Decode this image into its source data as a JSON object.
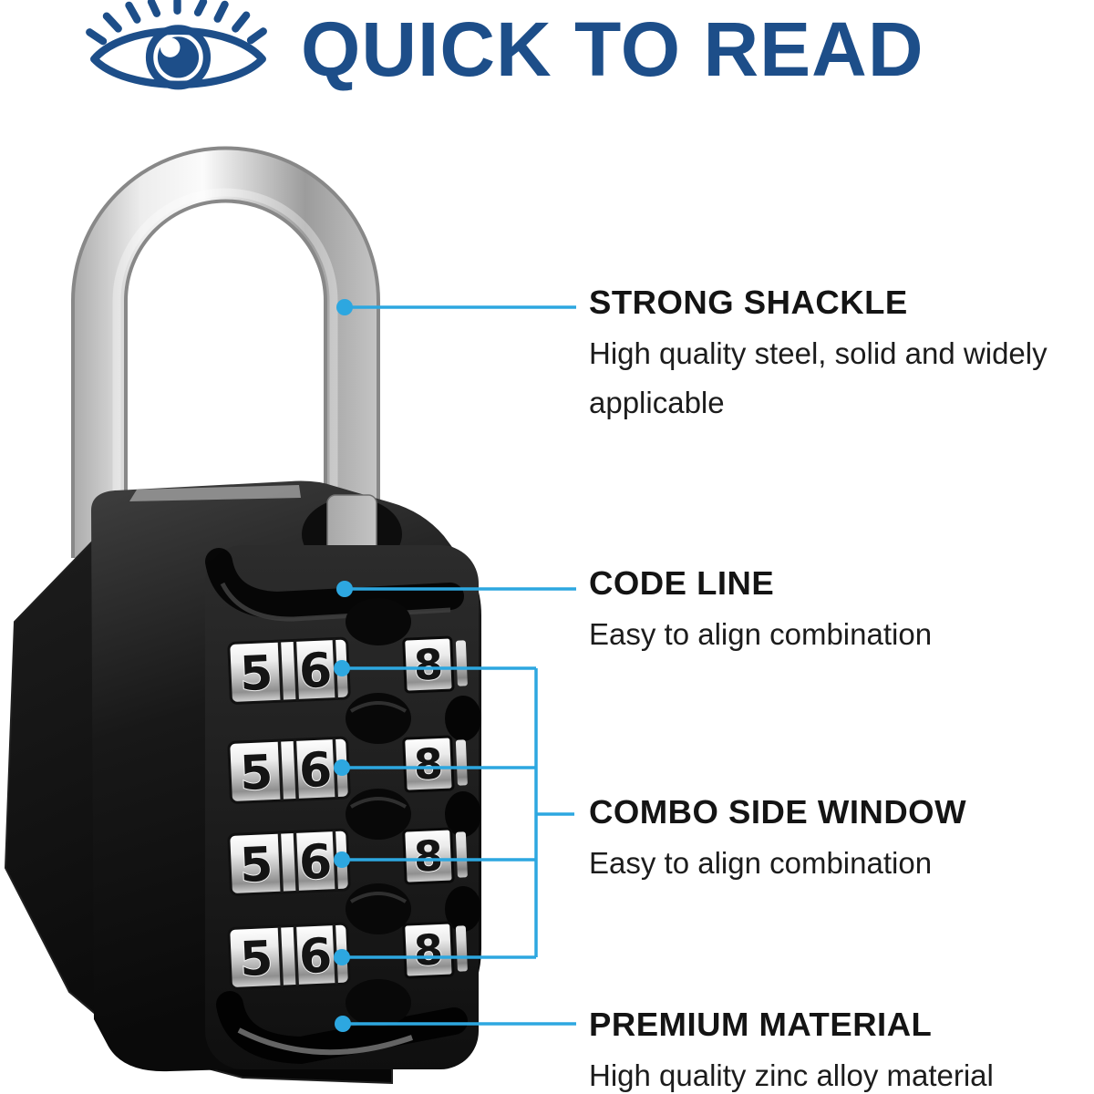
{
  "header": {
    "title": "QUICK TO READ",
    "icon": "eye-icon"
  },
  "annotations": [
    {
      "id": "strong-shackle",
      "heading": "STRONG SHACKLE",
      "description": "High quality steel, solid and widely applicable"
    },
    {
      "id": "code-line",
      "heading": "CODE LINE",
      "description": "Easy to align combination"
    },
    {
      "id": "combo-side-window",
      "heading": "COMBO SIDE WINDOW",
      "description": "Easy to align combination"
    },
    {
      "id": "premium-material",
      "heading": "PREMIUM MATERIAL",
      "description": "High quality zinc alloy material"
    }
  ],
  "lock": {
    "type": "4-dial combination padlock",
    "rows": [
      {
        "front": [
          "5",
          "6"
        ],
        "side": "8"
      },
      {
        "front": [
          "5",
          "6"
        ],
        "side": "8"
      },
      {
        "front": [
          "5",
          "6"
        ],
        "side": "8"
      },
      {
        "front": [
          "5",
          "6"
        ],
        "side": "8"
      }
    ]
  },
  "colors": {
    "title_blue": "#1d4e89",
    "leader_blue": "#2da7e0",
    "body_black": "#0e0e0e"
  }
}
